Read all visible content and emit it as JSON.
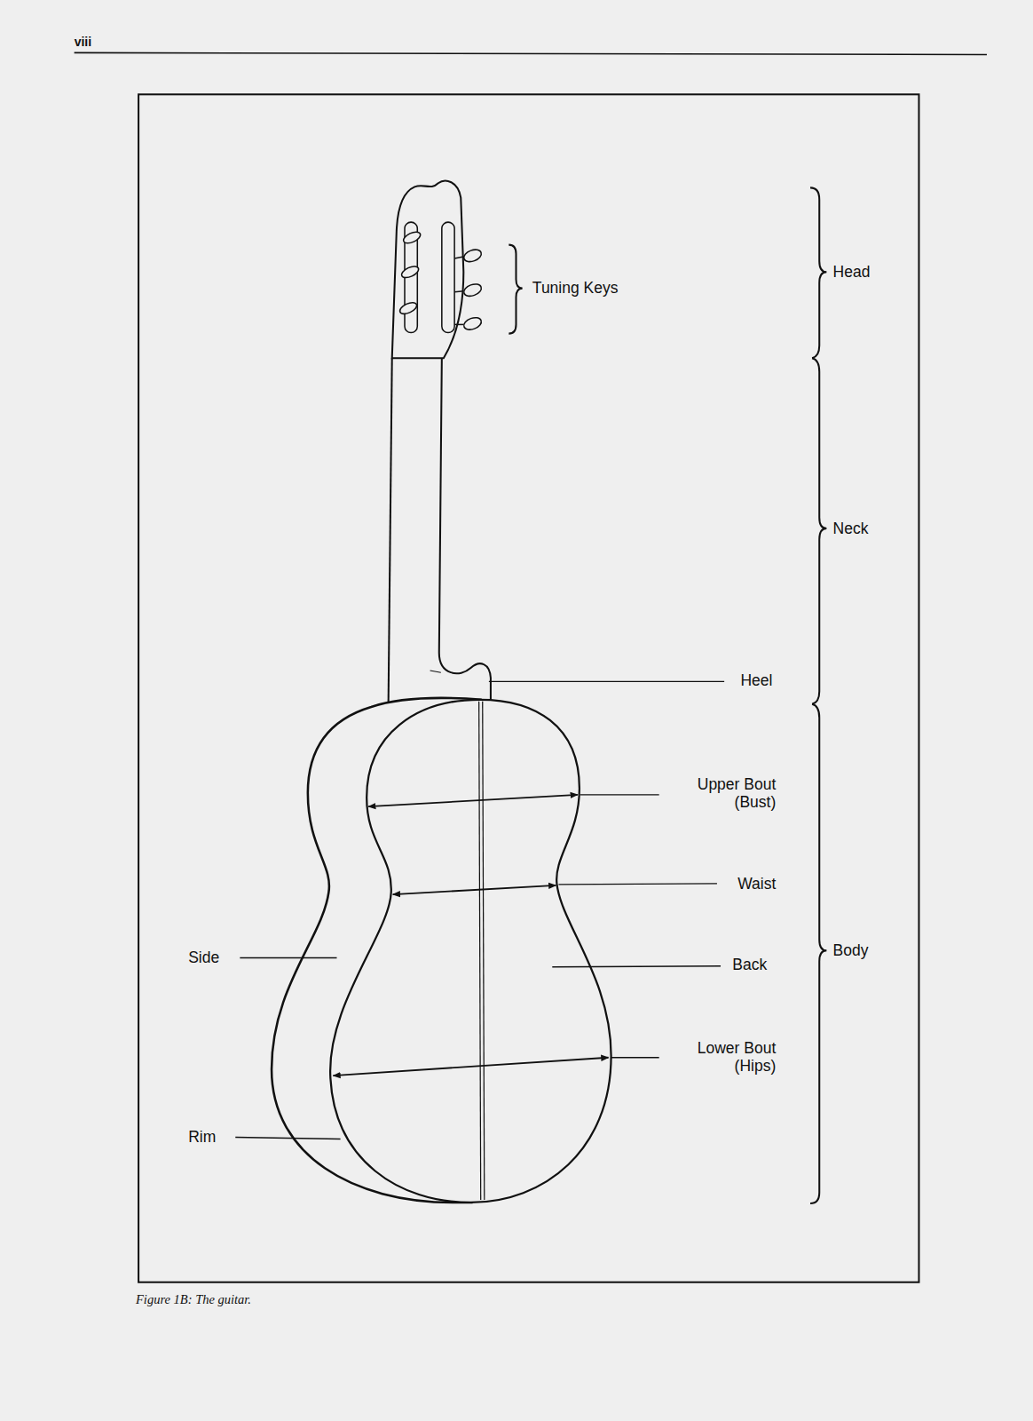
{
  "diagram": {
    "caption": "Figure 1B: The guitar.",
    "labels": [
      "viii",
      "Tuning Keys",
      "Head",
      "Neck",
      "Heel",
      "Upper Bout (Bust)",
      "Waist",
      "Side",
      "Back",
      "Body",
      "Lower Bout (Hips)",
      "Rim"
    ]
  }
}
